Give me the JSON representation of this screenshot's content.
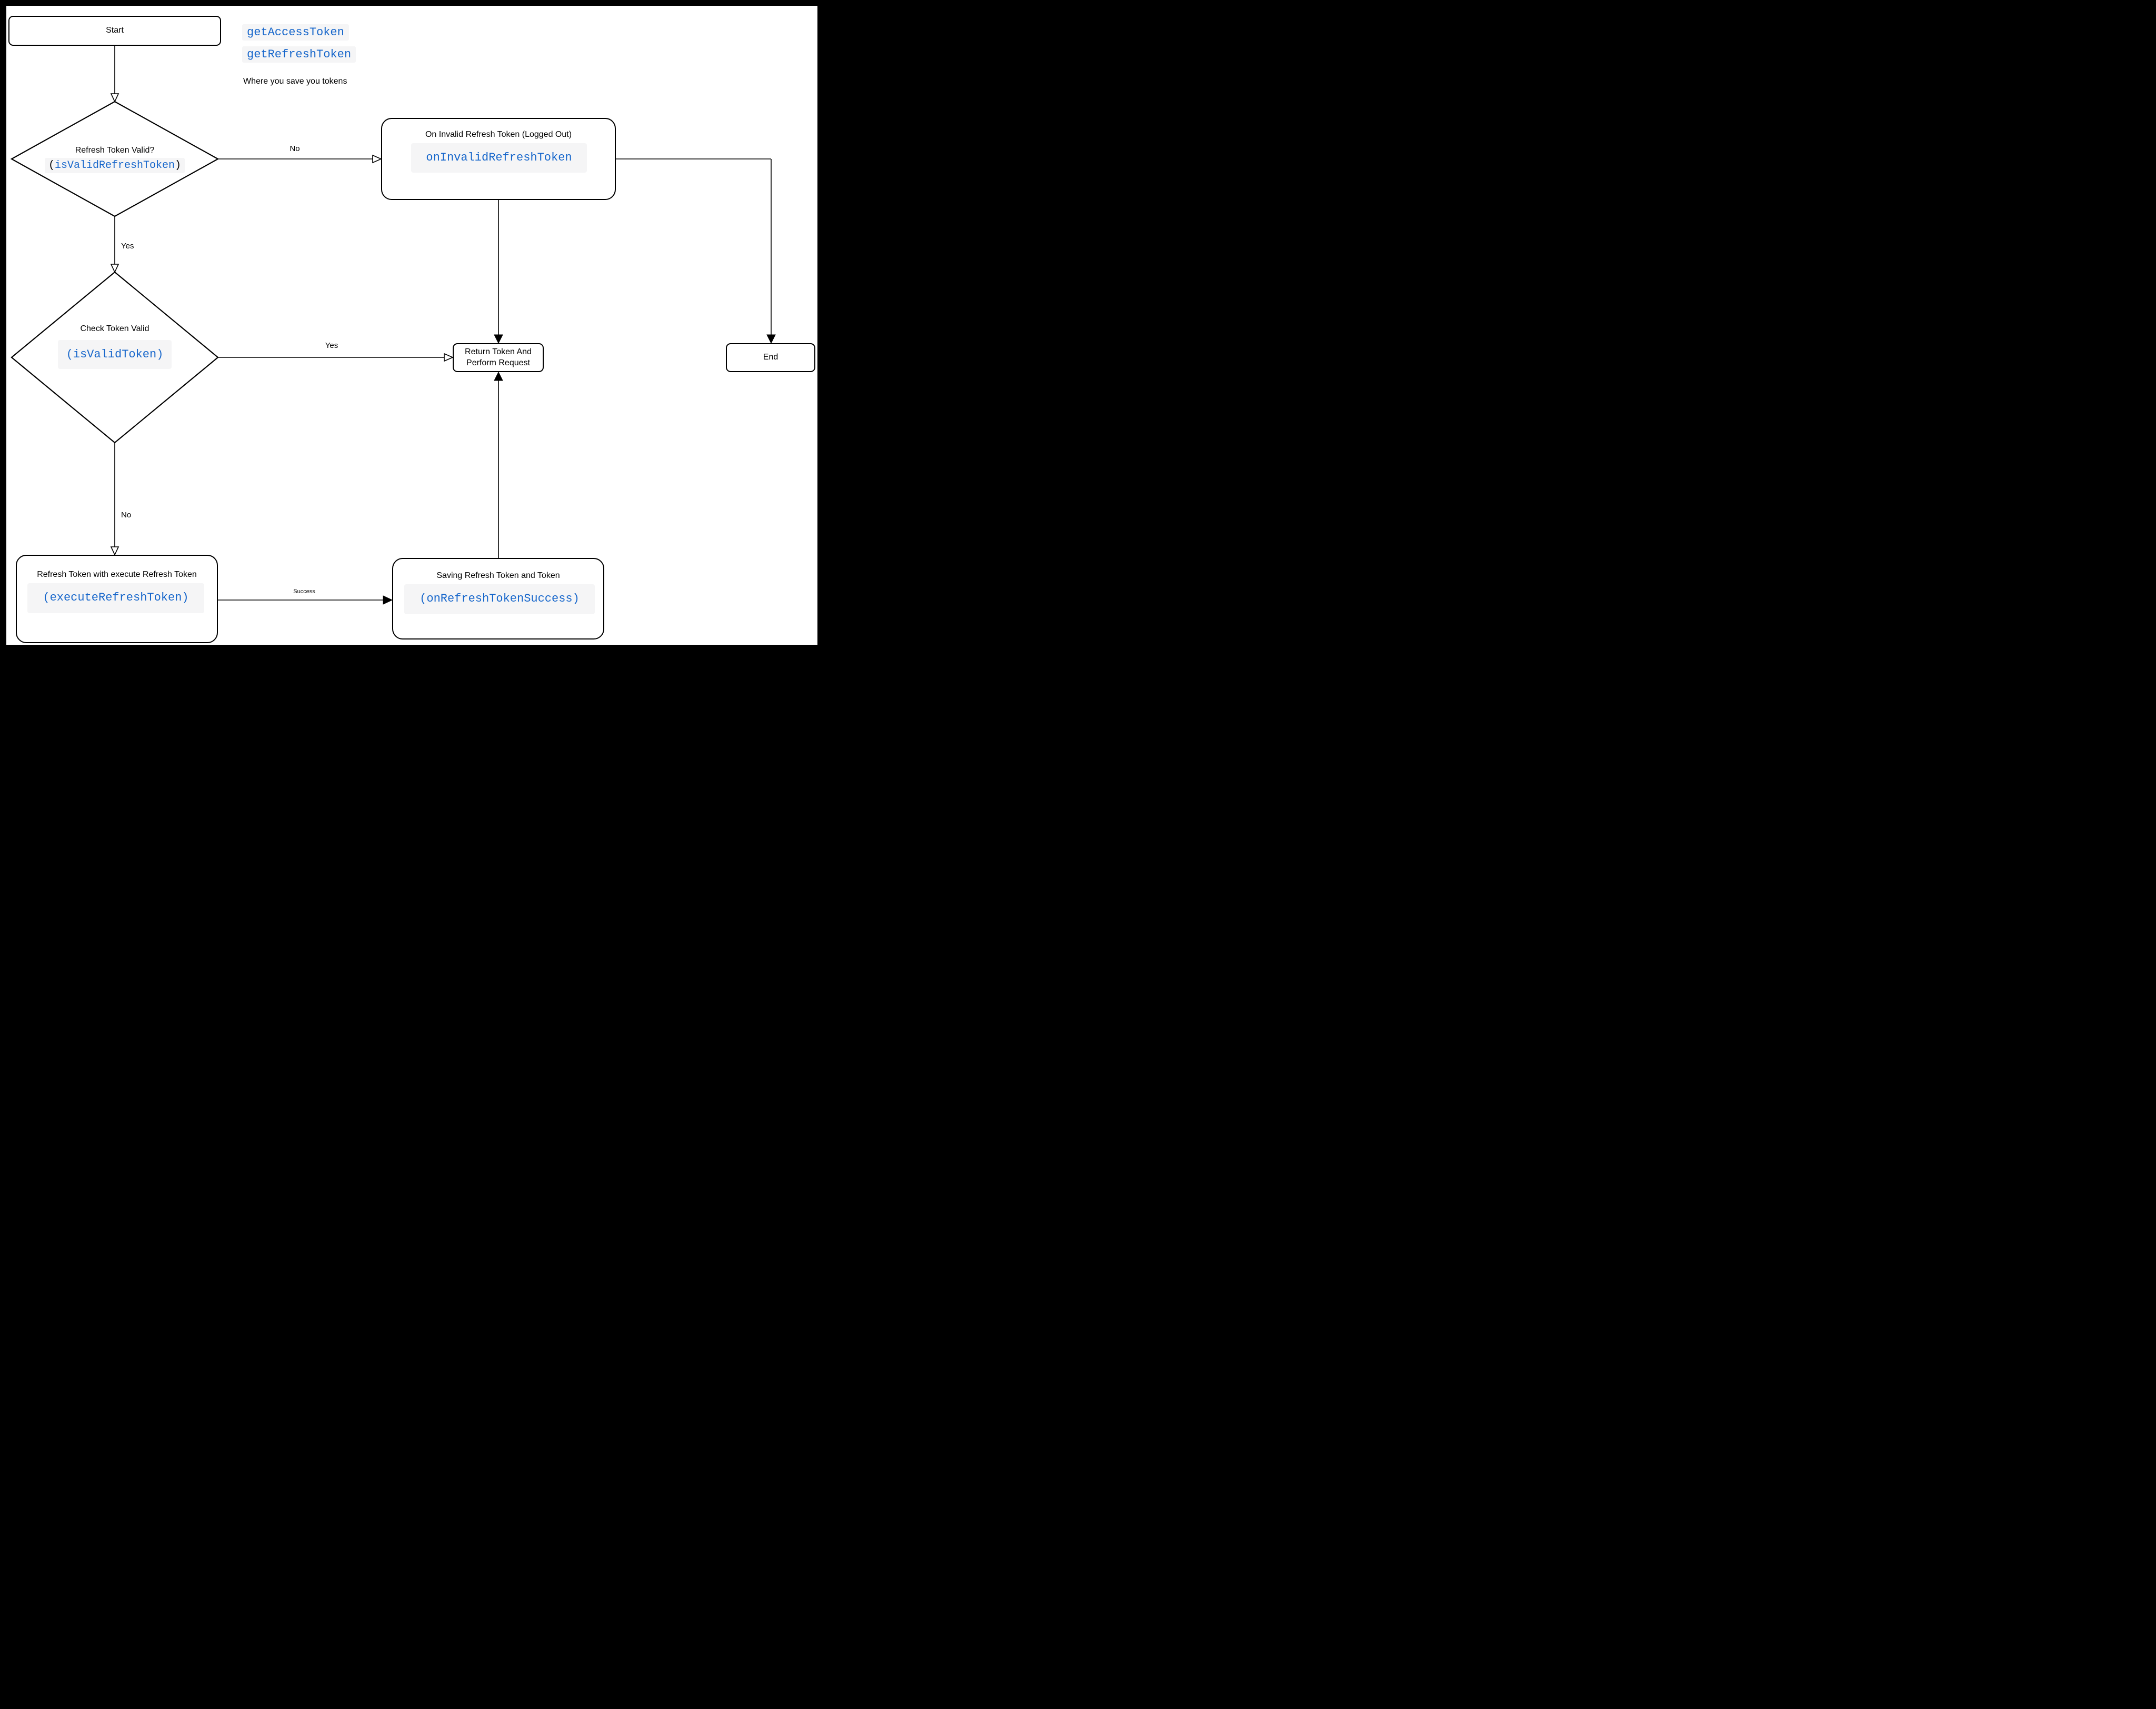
{
  "palette": {
    "accent_blue": "#1666cb",
    "chip_bg": "#f5f5f6",
    "ink": "#000000",
    "canvas_bg": "#ffffff",
    "frame_bg": "#000000"
  },
  "annotations": {
    "access_token_fn": "getAccessToken",
    "refresh_token_fn": "getRefreshToken",
    "note": "Where you save you tokens"
  },
  "nodes": {
    "start": {
      "label": "Start"
    },
    "refresh_token_valid": {
      "question": "Refresh Token Valid?",
      "code_open": "(",
      "code": "isValidRefreshToken",
      "code_close": ")"
    },
    "on_invalid_refresh_token": {
      "title": "On Invalid Refresh Token (Logged Out)",
      "code": "onInvalidRefreshToken"
    },
    "check_token_valid": {
      "question": "Check Token Valid",
      "code": "(isValidToken)"
    },
    "return_token": {
      "label_line1": "Return Token And",
      "label_line2": "Perform Request"
    },
    "end": {
      "label": "End"
    },
    "execute_refresh_token": {
      "title": "Refresh Token with execute Refresh Token",
      "code": "(executeRefreshToken)"
    },
    "saving_tokens": {
      "title": "Saving Refresh Token and Token",
      "code": "(onRefreshTokenSuccess)"
    }
  },
  "edges": {
    "refresh_invalid": {
      "label": "No"
    },
    "refresh_valid": {
      "label": "Yes"
    },
    "token_valid": {
      "label": "Yes"
    },
    "token_invalid": {
      "label": "No"
    },
    "refresh_success": {
      "label": "Success"
    }
  }
}
